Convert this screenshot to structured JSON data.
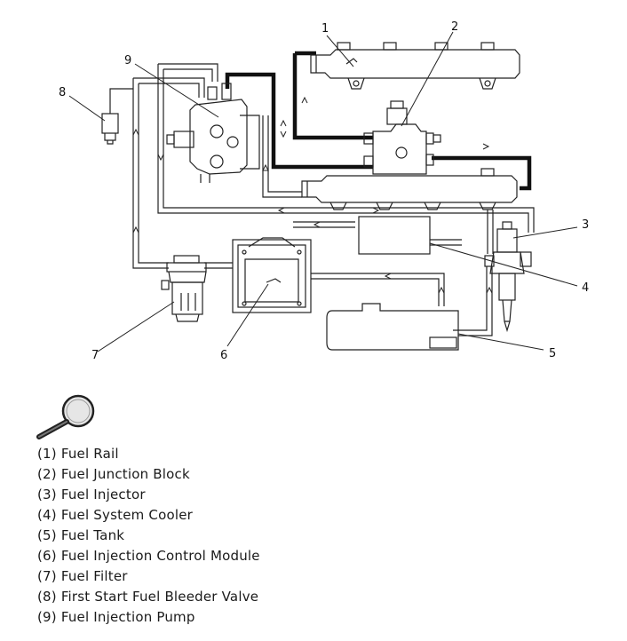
{
  "callouts": [
    "1",
    "2",
    "3",
    "4",
    "5",
    "6",
    "7",
    "8",
    "9"
  ],
  "legend": [
    "(1) Fuel Rail",
    "(2) Fuel Junction Block",
    "(3) Fuel Injector",
    "(4) Fuel System Cooler",
    "(5) Fuel Tank",
    "(6) Fuel Injection Control Module",
    "(7) Fuel Filter",
    "(8) First Start Fuel Bleeder Valve",
    "(9) Fuel Injection Pump"
  ],
  "icons": {
    "zoom": "magnifier-icon"
  },
  "colors": {
    "line": "#1a1a1a",
    "high_pressure": "#111111",
    "paper": "#ffffff"
  }
}
